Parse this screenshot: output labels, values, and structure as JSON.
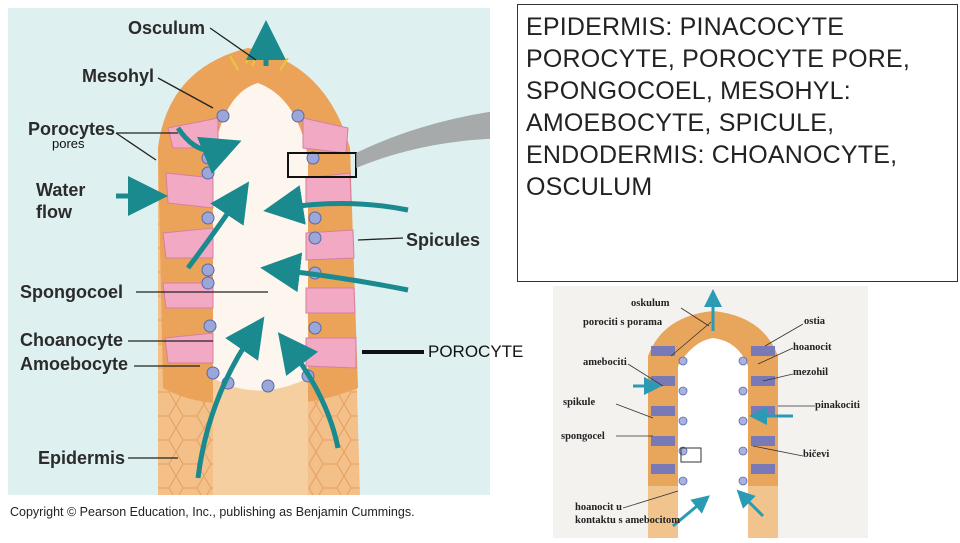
{
  "left_diagram": {
    "labels": {
      "osculum": "Osculum",
      "mesohyl": "Mesohyl",
      "porocytes": "Porocytes",
      "pores": "pores",
      "water_flow_line1": "Water",
      "water_flow_line2": "flow",
      "spicules": "Spicules",
      "spongocoel": "Spongocoel",
      "choanocyte": "Choanocyte",
      "amoebocyte": "Amoebocyte",
      "epidermis": "Epidermis"
    },
    "copyright": "Copyright © Pearson Education, Inc., publishing as Benjamin Cummings."
  },
  "note": {
    "lines": [
      "EPIDERMIS: PINACOCYTE",
      "POROCYTE, POROCYTE PORE,",
      "SPONGOCOEL, MESOHYL:",
      "AMOEBOCYTE, SPICULE,",
      "ENDODERMIS: CHOANOCYTE,",
      "OSCULUM"
    ]
  },
  "callout": {
    "porocyte": "POROCYTE"
  },
  "right_diagram": {
    "labels": {
      "oskulum": "oskulum",
      "porociti": "porociti s porama",
      "amebociti": "amebociti",
      "spikule": "spikule",
      "spongocel": "spongocel",
      "hoanocit_u_line1": "hoanocit u",
      "hoanocit_u_line2": "kontaktu s amebocitom",
      "ostia": "ostia",
      "hoanocit": "hoanocit",
      "mezohil": "mezohil",
      "pinakociti": "pinakociti",
      "bicevi": "bičevi"
    }
  },
  "colors": {
    "panel_bg": "#dff0f0",
    "body_wall": "#e9a04a",
    "pink_porocyte": "#f2a9c4",
    "choanocyte": "#9aa7d8",
    "arrow_teal": "#1a8a8f"
  }
}
